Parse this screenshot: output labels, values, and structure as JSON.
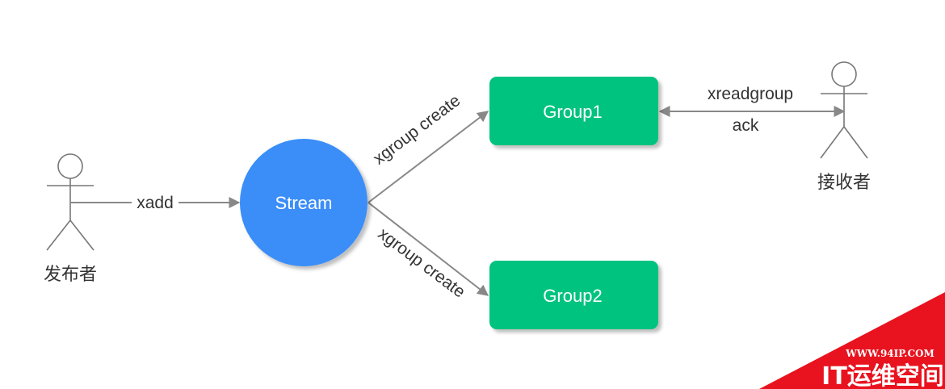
{
  "actors": {
    "publisher": {
      "label": "发布者"
    },
    "receiver": {
      "label": "接收者"
    }
  },
  "nodes": {
    "stream": {
      "label": "Stream",
      "color": "#3a8ef8"
    },
    "group1": {
      "label": "Group1",
      "color": "#06c37f"
    },
    "group2": {
      "label": "Group2",
      "color": "#06c37f"
    }
  },
  "edges": {
    "xadd": {
      "label": "xadd"
    },
    "create1": {
      "label": "xgroup create"
    },
    "create2": {
      "label": "xgroup create"
    },
    "xreadgroup": {
      "label": "xreadgroup"
    },
    "ack": {
      "label": "ack"
    }
  },
  "watermark": {
    "url": "WWW.94IP.COM",
    "text": "IT运维空间",
    "color": "#e8131f"
  }
}
